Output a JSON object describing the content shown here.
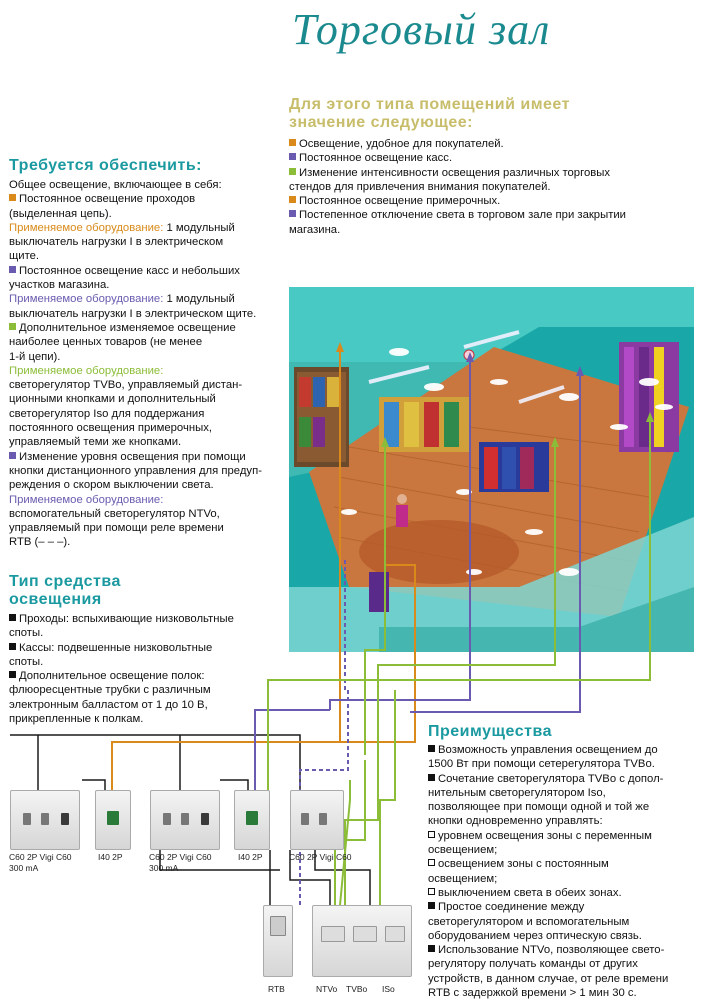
{
  "title": "Торговый зал",
  "importance": {
    "heading_1": "Для этого типа помещений имеет",
    "heading_2": "значение следующее:",
    "items": [
      {
        "text": "Освещение, удобное для покупателей.",
        "color": "orange"
      },
      {
        "text": "Постоянное освещение касс.",
        "color": "purple"
      },
      {
        "text": "Изменение интенсивности освещения различных торговых",
        "color": "green"
      },
      {
        "text": "стендов для привлечения внимания покупателей.",
        "color": ""
      },
      {
        "text": "Постоянное освещение примерочных.",
        "color": "orange"
      },
      {
        "text": "Постепенное отключение света в торговом зале при закрытии",
        "color": "purple"
      },
      {
        "text": "магазина.",
        "color": ""
      }
    ]
  },
  "requirements": {
    "heading": "Требуется обеспечить:",
    "lines": [
      {
        "t": "Общее освещение, включающее в себя:",
        "c": "",
        "sq": ""
      },
      {
        "t": "Постоянное освещение проходов",
        "c": "",
        "sq": "orange"
      },
      {
        "t": "(выделенная цепь).",
        "c": "",
        "sq": ""
      },
      {
        "t": "Применяемое оборудование:",
        "c": "orange",
        "sq": "",
        "rest": " 1 модульный"
      },
      {
        "t": "выключатель нагрузки I в электрическом",
        "c": "",
        "sq": ""
      },
      {
        "t": "щите.",
        "c": "",
        "sq": ""
      },
      {
        "t": "Постоянное освещение касс и небольших",
        "c": "",
        "sq": "purple"
      },
      {
        "t": "участков магазина.",
        "c": "",
        "sq": ""
      },
      {
        "t": "Применяемое оборудование:",
        "c": "purple",
        "sq": "",
        "rest": " 1 модульный"
      },
      {
        "t": "выключатель  нагрузки I в электрическом щите.",
        "c": "",
        "sq": ""
      },
      {
        "t": "Дополнительное изменяемое освещение",
        "c": "",
        "sq": "green"
      },
      {
        "t": "наиболее ценных товаров (не менее",
        "c": "",
        "sq": ""
      },
      {
        "t": "1-й цепи).",
        "c": "",
        "sq": ""
      },
      {
        "t": "Применяемое оборудование:",
        "c": "green",
        "sq": ""
      },
      {
        "t": "светорегулятор TVBo, управляемый дистан-",
        "c": "",
        "sq": ""
      },
      {
        "t": "ционными кнопками и  дополнительный",
        "c": "",
        "sq": ""
      },
      {
        "t": "светорегулятор Iso для поддержания",
        "c": "",
        "sq": ""
      },
      {
        "t": "постоянного освещения примерочных,",
        "c": "",
        "sq": ""
      },
      {
        "t": "управляемый теми же кнопками.",
        "c": "",
        "sq": ""
      },
      {
        "t": "Изменение уровня освещения при помощи",
        "c": "",
        "sq": "purple"
      },
      {
        "t": "кнопки дистанционного управления для предуп-",
        "c": "",
        "sq": ""
      },
      {
        "t": "реждения о скором выключении света.",
        "c": "",
        "sq": ""
      },
      {
        "t": "Применяемое оборудование:",
        "c": "purple",
        "sq": ""
      },
      {
        "t": "вспомогательный светорегулятор NTVo,",
        "c": "",
        "sq": ""
      },
      {
        "t": "управляемый при помощи реле времени",
        "c": "",
        "sq": ""
      },
      {
        "t": "RTB (– – –).",
        "c": "",
        "sq": ""
      }
    ]
  },
  "lighting": {
    "heading_1": "Тип средства",
    "heading_2": "освещения",
    "lines": [
      {
        "t": "Проходы: вспыхивающие низковольтные",
        "sq": "black"
      },
      {
        "t": "споты.",
        "sq": ""
      },
      {
        "t": "Кассы: подвешенные низковольтные",
        "sq": "black"
      },
      {
        "t": "споты.",
        "sq": ""
      },
      {
        "t": "Дополнительное освещение полок:",
        "sq": "black"
      },
      {
        "t": "флюоресцентные трубки с различным",
        "sq": ""
      },
      {
        "t": "электронным балластом от 1 до 10 В,",
        "sq": ""
      },
      {
        "t": "прикрепленные к полкам.",
        "sq": ""
      }
    ]
  },
  "advantages": {
    "heading": "Преимущества",
    "lines": [
      {
        "t": "Возможность управления освещением до",
        "sq": "black"
      },
      {
        "t": "1500 Вт при помощи сетерегулятора TVBo.",
        "sq": ""
      },
      {
        "t": "Сочетание светорегулятора TVBo с допол-",
        "sq": "black"
      },
      {
        "t": "нительным светорегулятором Iso,",
        "sq": ""
      },
      {
        "t": "позволяющее при помощи одной и той же",
        "sq": ""
      },
      {
        "t": "кнопки одновременно управлять:",
        "sq": ""
      },
      {
        "t": "уровнем освещения зоны с переменным",
        "sq": "white"
      },
      {
        "t": "освещением;",
        "sq": ""
      },
      {
        "t": "освещением зоны с постоянным",
        "sq": "white"
      },
      {
        "t": "освещением;",
        "sq": ""
      },
      {
        "t": "выключением света в обеих зонах.",
        "sq": "white"
      },
      {
        "t": "Простое соединение между",
        "sq": "black"
      },
      {
        "t": "светорегулятором и вспомогательным",
        "sq": ""
      },
      {
        "t": "оборудованием через оптическую связь.",
        "sq": ""
      },
      {
        "t": "Использование NTVo, позволяющее свето-",
        "sq": "black"
      },
      {
        "t": "регулятору получать команды от других",
        "sq": ""
      },
      {
        "t": "устройств, в данном случае, от реле времени",
        "sq": ""
      },
      {
        "t": "RTB с задержкой времени > 1 мин 30 с.",
        "sq": ""
      }
    ]
  },
  "devices": {
    "c60_1": "C60 2P Vigi C60",
    "c60_1_sub": "300 mA",
    "i40_1": "I40 2P",
    "c60_2": "C60 2P Vigi C60",
    "c60_2_sub": "300 mA",
    "i40_2": "I40 2P",
    "c60_3": "C60 2P Vigi C60",
    "rtb": "RTB",
    "ntvo": "NTVo",
    "tvbo": "TVBo",
    "iso": "ISo"
  },
  "colors": {
    "orange": "#d98a1a",
    "purple": "#6a5bb0",
    "green": "#8cbd38",
    "teal_heading": "#1a9aa0",
    "olive_heading": "#c7bd6a"
  }
}
